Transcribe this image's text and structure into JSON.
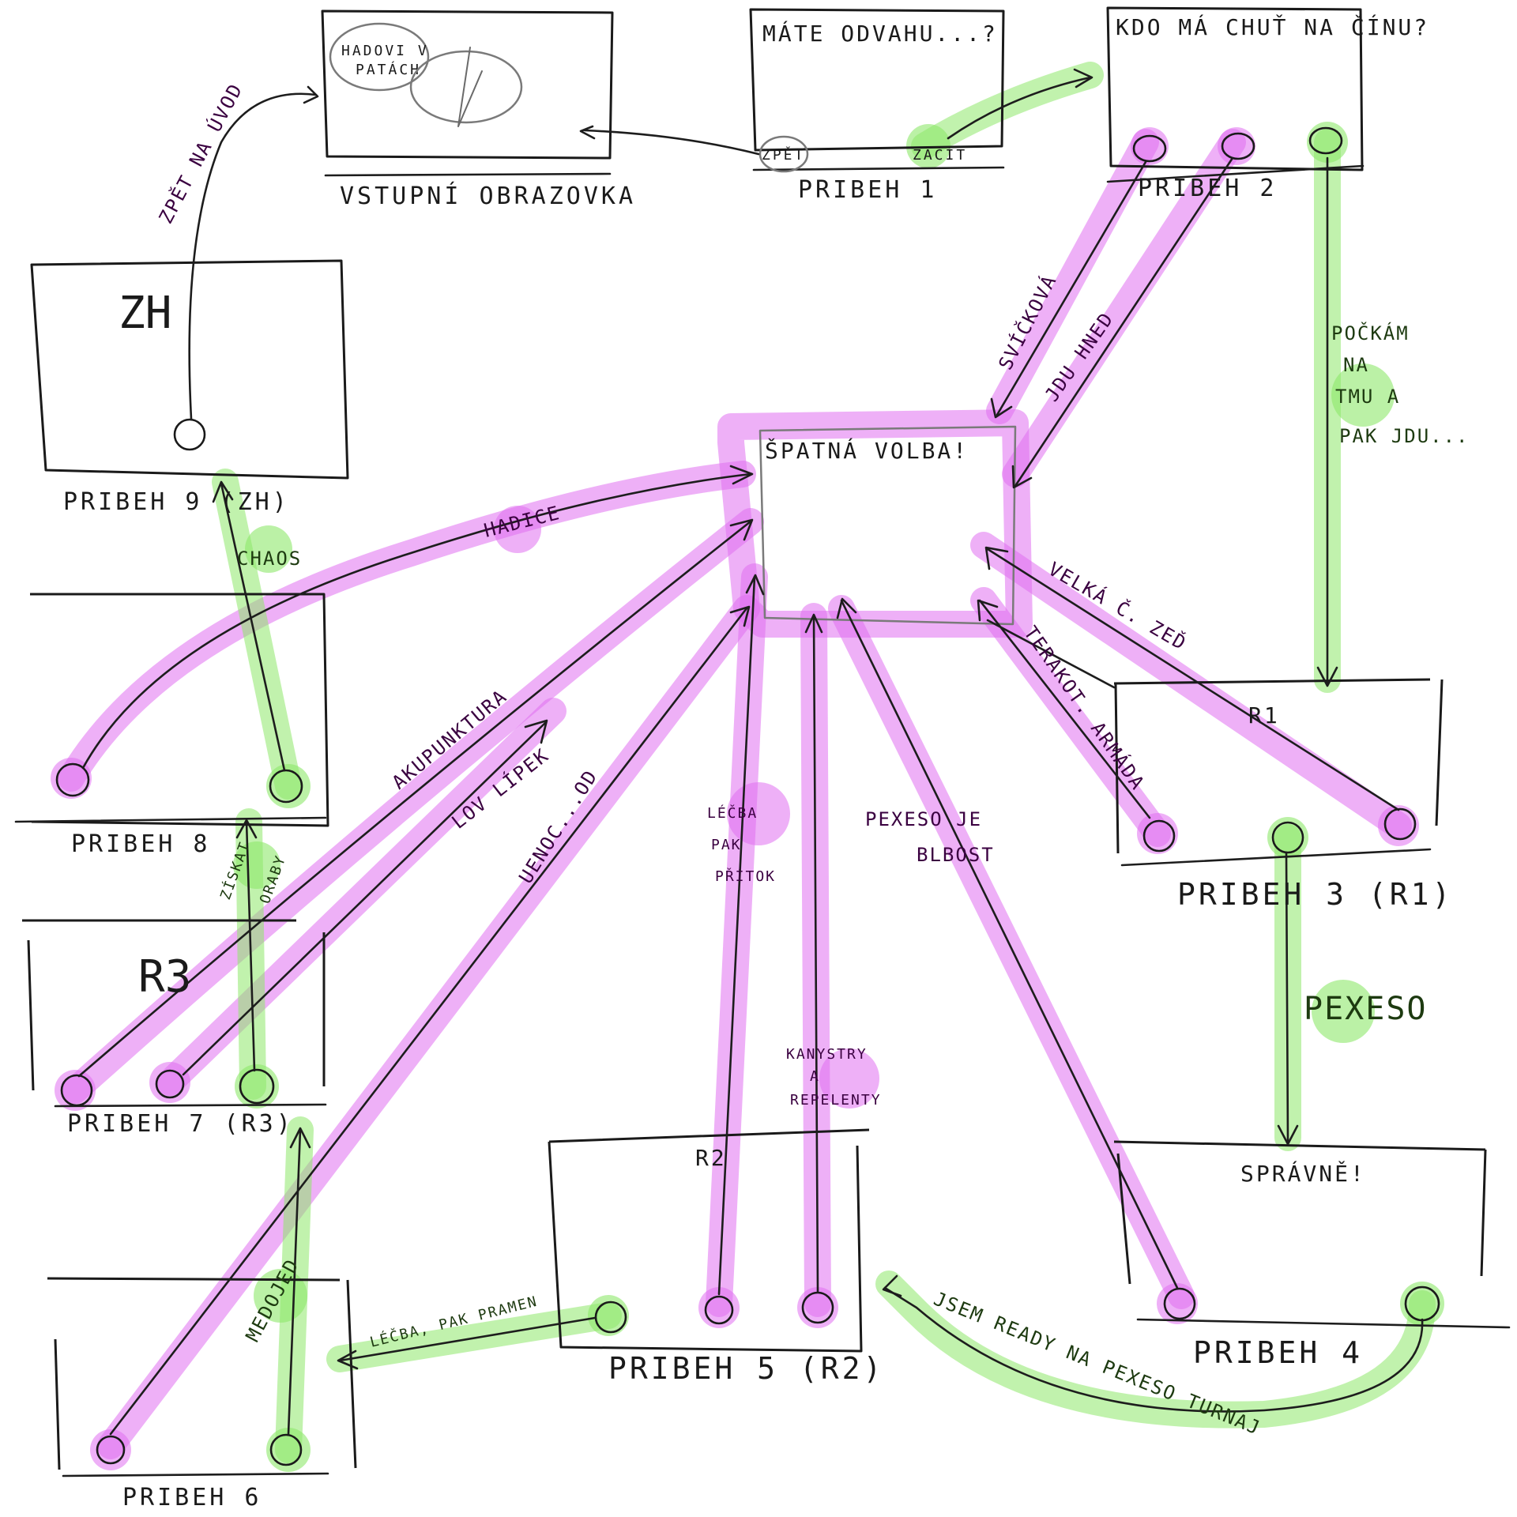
{
  "screens": {
    "intro": {
      "caption": "VSTUPNÍ OBRAZOVKA",
      "title": "",
      "note_line1": "HADOVI V",
      "note_line2": "PATÁCH"
    },
    "s1": {
      "caption": "PRIBEH 1",
      "title": "MÁTE ODVAHU...?",
      "btn_back": "ZPĚT",
      "btn_start": "ZAČÍT"
    },
    "s2": {
      "caption": "PRIBEH 2",
      "title": "KDO MÁ CHUŤ NA ČÍNU?"
    },
    "wrong": {
      "title": "ŠPATNÁ VOLBA!"
    },
    "s3": {
      "caption": "PRIBEH 3 (R1)",
      "title": "R1"
    },
    "s4": {
      "caption": "PRIBEH 4",
      "title": "SPRÁVNĚ!"
    },
    "s5": {
      "caption": "PRIBEH 5 (R2)",
      "title": "R2"
    },
    "s6": {
      "caption": "PRIBEH 6",
      "title": ""
    },
    "s7": {
      "caption": "PRIBEH 7 (R3)",
      "title": "R3"
    },
    "s8": {
      "caption": "PRIBEH 8",
      "title": ""
    },
    "s9": {
      "caption": "PRIBEH 9 (ZH)",
      "title": "ZH"
    }
  },
  "edges": {
    "zpet_na_uvod": "ZPĚT NA ÚVOD",
    "svickova": "SVÍČKOVÁ",
    "jdu_hned": "JDU HNED",
    "pockam_1": "POČKÁM",
    "pockam_2": "NA",
    "pockam_3": "TMU A",
    "pockam_4": "PAK JDU...",
    "velka_zed": "VELKÁ Č. ZEĎ",
    "terakot": "TERAKOT. ARMÁDA",
    "pexeso": "PEXESO",
    "pexeso_blbost_1": "PEXESO JE",
    "pexeso_blbost_2": "BLBOST",
    "jsem_ready": "JSEM READY NA PEXESO TURNAJ",
    "kanystry_1": "KANYSTRY",
    "kanystry_2": "A",
    "kanystry_3": "REPELENTY",
    "lecba_1": "LÉČBA",
    "lecba_2": "PAK",
    "lecba_3": "PŘÍTOK",
    "lecba_pramen": "LÉČBA, PAK PRAMEN",
    "uenoc": "UENOC...OD",
    "medojed": "MEDOJED",
    "akupunktura": "AKUPUNKTURA",
    "lov_lipek": "LOV LÍPEK",
    "ziskat_oraby_1": "ZÍSKAT",
    "ziskat_oraby_2": "ORABY",
    "hadice": "HADICE",
    "chaos": "CHAOS"
  },
  "colors": {
    "wrong_path": "#e070f0",
    "correct_path": "#8ee86a",
    "ink": "#1a1a1a"
  }
}
